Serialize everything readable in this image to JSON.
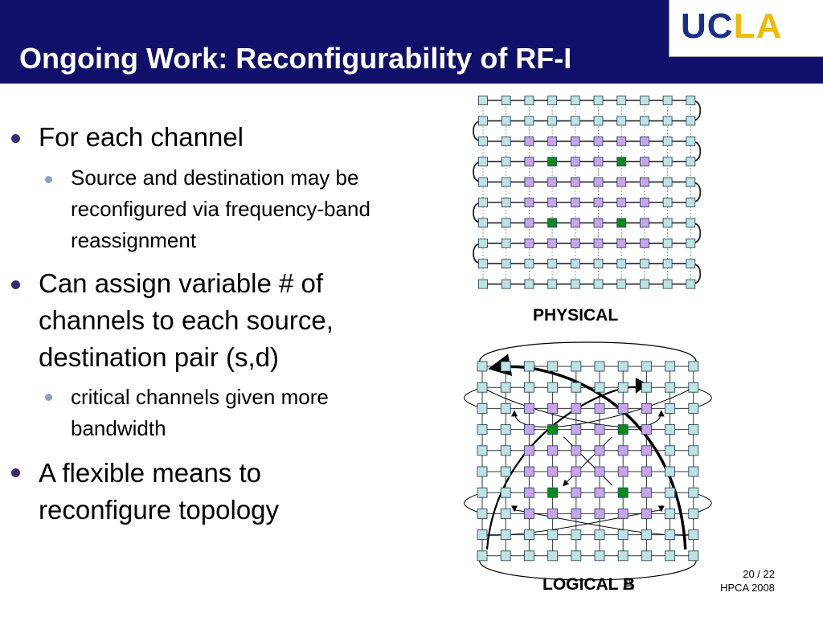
{
  "slide": {
    "title": "Ongoing Work: Reconfigurability of RF-I",
    "logo": "UCLA",
    "bullets": [
      {
        "text": "For each channel",
        "sub": [
          "Source and destination may be reconfigured via frequency-band reassignment"
        ]
      },
      {
        "text": "Can assign variable # of channels to each source, destination pair (s,d)",
        "sub": [
          "critical channels given more bandwidth"
        ]
      },
      {
        "text": "A flexible means to reconfigure topology",
        "sub": []
      }
    ]
  },
  "diagrams": {
    "physical_label": "PHYSICAL",
    "logical_label": "LOGICAL B",
    "logical_label_overlay": "LOGICAL A",
    "colors": {
      "node_default": "#bfe3e3",
      "node_inner": "#c9a4ec",
      "node_highlight": "#0b8a1e",
      "node_border": "#2c4a5e"
    }
  },
  "footer": {
    "page": "20 / 22",
    "venue": "HPCA 2008"
  }
}
